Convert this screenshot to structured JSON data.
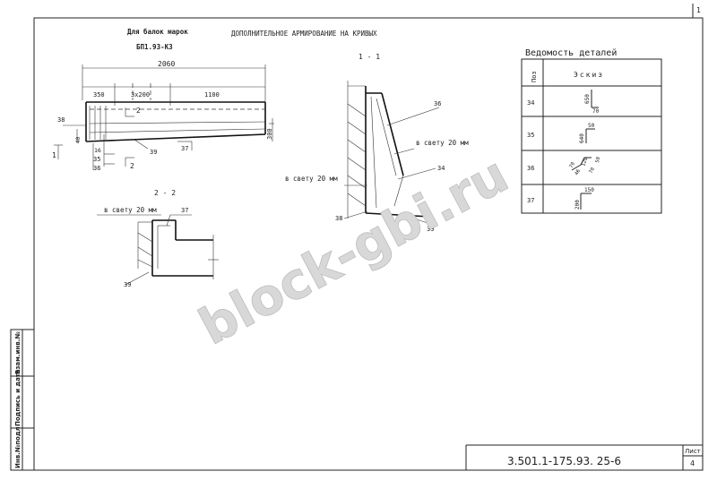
{
  "sheet": {
    "corner_number": "1",
    "top_caption": "Для балок марок",
    "top_mark": "БП1.93-КЗ",
    "main_title": "ДОПОЛНИТЕЛЬНОЕ АРМИРОВАНИЕ НА КРИВЫХ",
    "watermark": "block-gbi.ru",
    "doc_code": "3.501.1-175.93. 25-6",
    "sheet_label": "Лист",
    "sheet_number": "4"
  },
  "elevation": {
    "dim_total": "2060",
    "dim_left": "350",
    "dim_mid": "3x200",
    "dim_right": "1100",
    "dim_height": "300",
    "dim_40": "40",
    "dim_16": "16",
    "cut_mark_top": "2",
    "cut_mark_bottom": "2",
    "cut_mark_left": "1",
    "pos_38": "38",
    "pos_35": "35",
    "pos_36": "36",
    "pos_39": "39",
    "pos_37": "37"
  },
  "section_1": {
    "title": "1 - 1",
    "pos_36": "36",
    "pos_34": "34",
    "pos_38": "38",
    "pos_39": "39",
    "clear_top": "в свету 20 мм",
    "clear_left": "в свету 20 мм"
  },
  "section_2": {
    "title": "2 - 2",
    "clear": "в свету 20 мм",
    "pos_37": "37",
    "pos_39": "39"
  },
  "details": {
    "title": "Ведомость деталей",
    "col_pos": "Поз",
    "col_sketch": "Эскиз",
    "rows": [
      {
        "pos": "34",
        "d1": "650",
        "d2": "70"
      },
      {
        "pos": "35",
        "d1": "640",
        "d2": "50"
      },
      {
        "pos": "36",
        "d1": "70",
        "d2": "46",
        "d3": "120",
        "d4": "70",
        "d5": "50"
      },
      {
        "pos": "37",
        "d1": "200",
        "d2": "150"
      }
    ]
  },
  "stamp": {
    "cells": [
      "Инв.№подл",
      "Подпись и дата",
      "Взам.инв.№"
    ]
  }
}
